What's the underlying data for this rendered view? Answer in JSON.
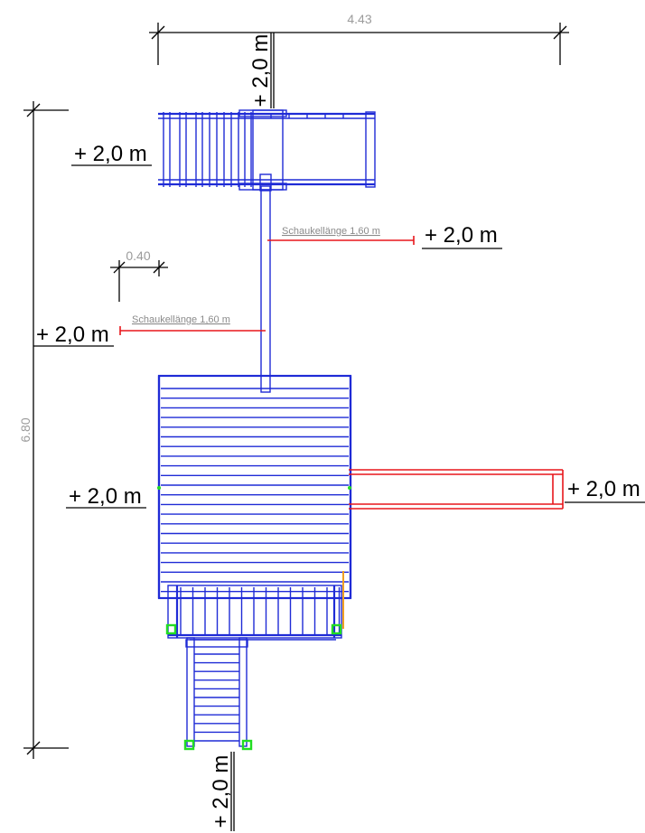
{
  "dimensions": {
    "overall_width": "4.43",
    "overall_depth": "6.80",
    "post_spacing": "0.40"
  },
  "swing_labels": {
    "upper": "Schaukellänge 1,60 m",
    "lower": "Schaukellänge 1,60 m"
  },
  "height_labels": {
    "top_vertical": "+ 2,0 m",
    "upper_left": "+ 2,0 m",
    "swing_right": "+ 2,0 m",
    "swing_left": "+ 2,0 m",
    "platform_left": "+ 2,0 m",
    "slide_right": "+ 2,0 m",
    "bottom_vertical": "+ 2,0 m"
  },
  "colors": {
    "structure": "#1f2bd6",
    "dimension_lines": "#000000",
    "swing_lines": "#e8161b",
    "anchors": "#22dd22",
    "handrail": "#f0a020",
    "dimension_text": "#9b9b9b"
  }
}
